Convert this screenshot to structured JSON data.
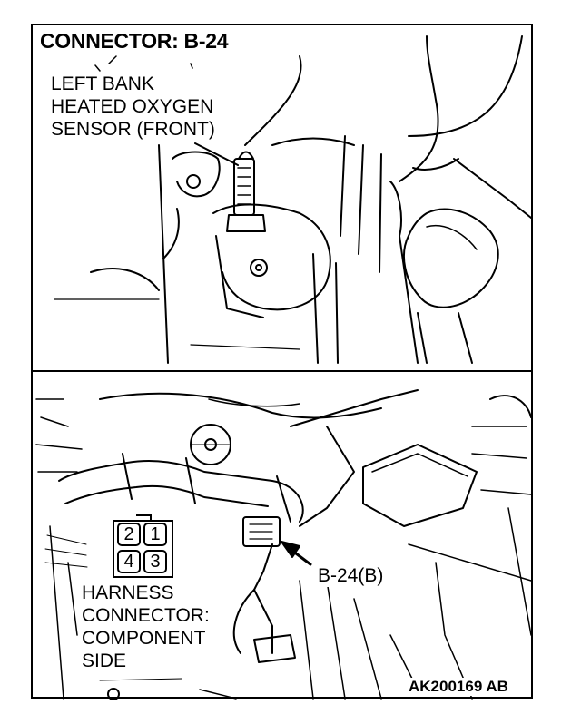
{
  "title": "CONNECTOR: B-24",
  "sensor_callout": "LEFT BANK\nHEATED OXYGEN\nSENSOR (FRONT)",
  "harness_label": "HARNESS\nCONNECTOR:\nCOMPONENT\nSIDE",
  "connector_id": "B-24(B)",
  "figure_code": "AK200169 AB",
  "pins": {
    "top_left": "2",
    "top_right": "1",
    "bottom_left": "4",
    "bottom_right": "3"
  }
}
